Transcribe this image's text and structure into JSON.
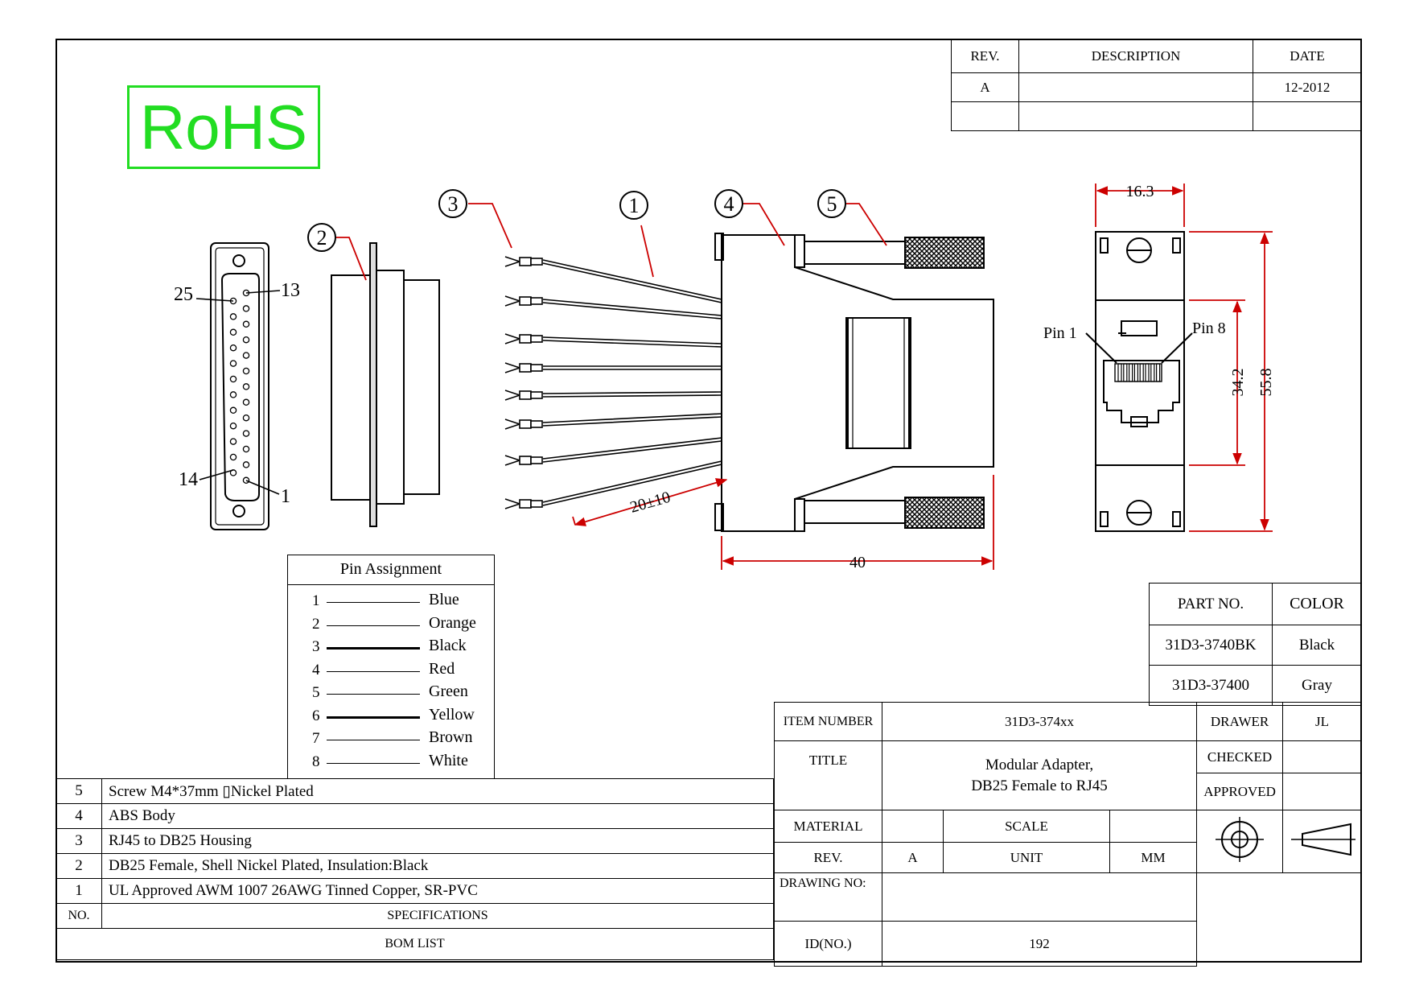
{
  "rohs_mark": "RoHS",
  "revision_table": {
    "headers": [
      "REV.",
      "DESCRIPTION",
      "DATE"
    ],
    "rows": [
      [
        "A",
        "",
        "12-2012"
      ],
      [
        "",
        "",
        ""
      ]
    ]
  },
  "callouts": [
    "1",
    "2",
    "3",
    "4",
    "5"
  ],
  "db25_pin_labels": {
    "top_left": "25",
    "top_right": "13",
    "bottom_left": "14",
    "bottom_right": "1"
  },
  "dimensions": {
    "wire_length": "20±10",
    "body_length": "40",
    "width": "16.3",
    "inner_height": "34.2",
    "total_height": "55.8"
  },
  "rj45_labels": {
    "pin1": "Pin 1",
    "pin8": "Pin 8"
  },
  "pin_assignment": {
    "title": "Pin Assignment",
    "pins": [
      {
        "n": "1",
        "color": "Blue"
      },
      {
        "n": "2",
        "color": "Orange"
      },
      {
        "n": "3",
        "color": "Black"
      },
      {
        "n": "4",
        "color": "Red"
      },
      {
        "n": "5",
        "color": "Green"
      },
      {
        "n": "6",
        "color": "Yellow"
      },
      {
        "n": "7",
        "color": "Brown"
      },
      {
        "n": "8",
        "color": "White"
      }
    ]
  },
  "part_table": {
    "headers": [
      "PART NO.",
      "COLOR"
    ],
    "rows": [
      [
        "31D3-3740BK",
        "Black"
      ],
      [
        "31D3-37400",
        "Gray"
      ]
    ]
  },
  "bom": {
    "rows": [
      {
        "no": "5",
        "spec": "Screw M4*37mm ▯Nickel Plated"
      },
      {
        "no": "4",
        "spec": "ABS Body"
      },
      {
        "no": "3",
        "spec": "RJ45 to DB25 Housing"
      },
      {
        "no": "2",
        "spec": "DB25 Female, Shell Nickel Plated, Insulation:Black"
      },
      {
        "no": "1",
        "spec": "UL Approved AWM 1007 26AWG Tinned Copper, SR-PVC"
      }
    ],
    "no_header": "NO.",
    "spec_header": "SPECIFICATIONS",
    "footer": "BOM LIST"
  },
  "title_block": {
    "item_number_label": "ITEM NUMBER",
    "item_number": "31D3-374xx",
    "drawer_label": "DRAWER",
    "drawer": "JL",
    "title_label": "TITLE",
    "title_line1": "Modular Adapter,",
    "title_line2": "DB25 Female to RJ45",
    "checked_label": "CHECKED",
    "approved_label": "APPROVED",
    "material_label": "MATERIAL",
    "scale_label": "SCALE",
    "rev_label": "REV.",
    "rev": "A",
    "unit_label": "UNIT",
    "unit": "MM",
    "drawing_no_label": "DRAWING NO:",
    "id_label": "ID(NO.)",
    "id": "192"
  },
  "colors": {
    "rohs": "#22dd22",
    "dimension": "#cc0000",
    "line": "#000000"
  }
}
